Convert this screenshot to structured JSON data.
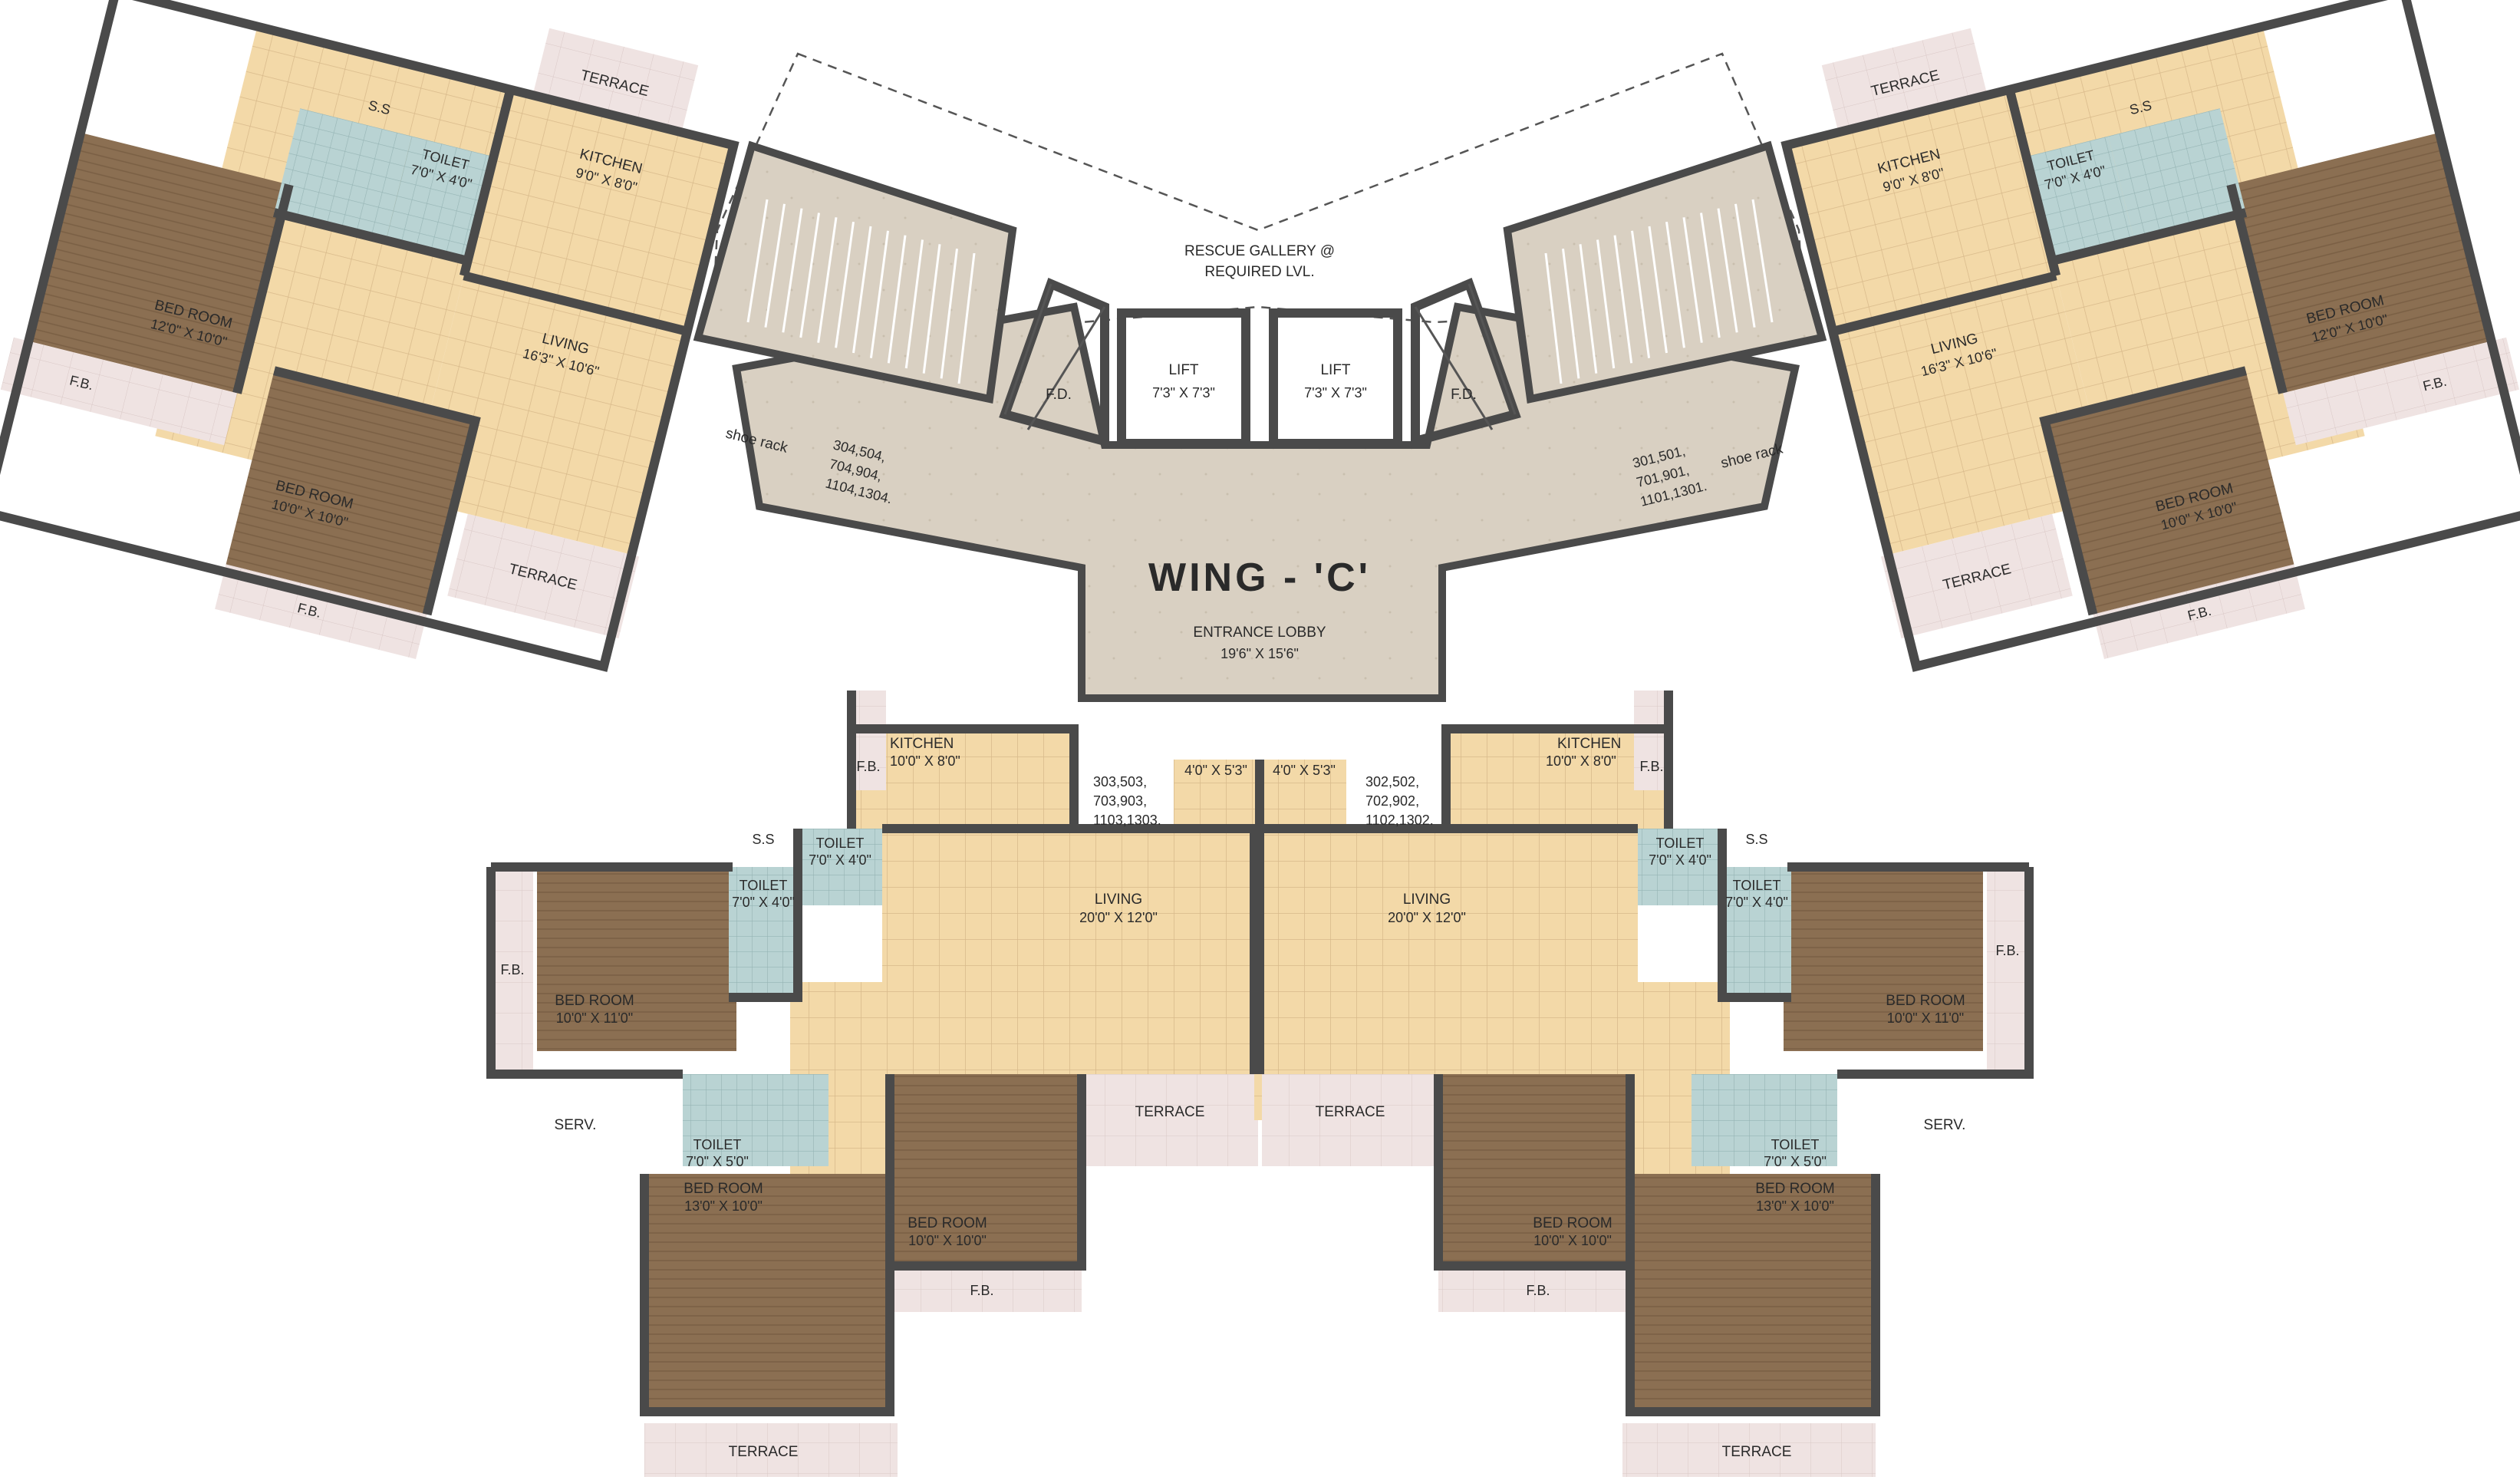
{
  "title": "WING - 'C'",
  "lobby": {
    "name": "ENTRANCE LOBBY",
    "size": "19'6\" X 15'6\""
  },
  "rescue_gallery": {
    "line1": "RESCUE GALLERY @",
    "line2": "REQUIRED LVL."
  },
  "lifts": [
    {
      "name": "LIFT",
      "size": "7'3\" X 7'3\""
    },
    {
      "name": "LIFT",
      "size": "7'3\" X 7'3\""
    }
  ],
  "fire_ducts": [
    "F.D.",
    "F.D."
  ],
  "shoe_rack": "shoe rack",
  "flat_numbers": {
    "top_left": [
      "304,504,",
      "704,904,",
      "1104,1304."
    ],
    "top_right": [
      "301,501,",
      "701,901,",
      "1101,1301."
    ],
    "bottom_left": [
      "303,503,",
      "703,903,",
      "1103,1303."
    ],
    "bottom_right": [
      "302,502,",
      "702,902,",
      "1102,1302."
    ]
  },
  "rooms": {
    "terrace": "TERRACE",
    "fb": "F.B.",
    "ss": "S.S",
    "serv": "SERV.",
    "kitchen": "KITCHEN",
    "toilet": "TOILET",
    "living": "LIVING",
    "bedroom": "BED ROOM"
  },
  "sizes": {
    "kitchen_top": "9'0\" X 8'0\"",
    "toilet_top": "7'0\" X 4'0\"",
    "living_top": "16'3\" X 10'6\"",
    "bedroom_top_a": "12'0\" X 10'0\"",
    "bedroom_top_b": "10'0\" X 10'0\"",
    "kitchen_bottom": "10'0\" X 8'0\"",
    "passage": "4'0\" X 5'3\"",
    "living_bottom": "20'0\" X 12'0\"",
    "toilet_bottom_a": "7'0\" X 4'0\"",
    "toilet_bottom_b": "7'0\" X 5'0\"",
    "bedroom_bottom_a": "10'0\" X 11'0\"",
    "bedroom_bottom_b": "13'0\" X 10'0\"",
    "bedroom_bottom_c": "10'0\" X 10'0\""
  },
  "colors": {
    "floor_tile": "#f3d9a8",
    "bedroom": "#8b6f52",
    "toilet": "#b9d3d3",
    "lobby": "#d9d0c2",
    "terrace": "#efe3e2",
    "wall": "#4a4a4a"
  }
}
